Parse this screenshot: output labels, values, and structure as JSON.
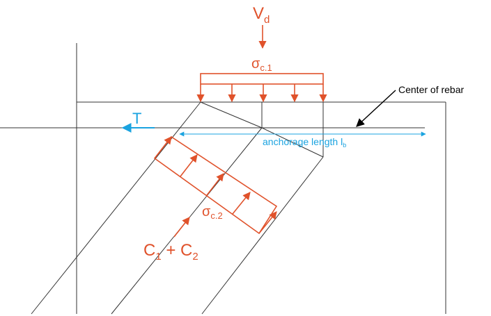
{
  "labels": {
    "vd_main": "V",
    "vd_sub": "d",
    "sigma_c1_main": "σ",
    "sigma_c1_sub": "c.1",
    "center_of_rebar": "Center of rebar",
    "tension": "T",
    "anchorage_main": "anchorage length l",
    "anchorage_sub": "b",
    "sigma_c2_main": "σ",
    "sigma_c2_sub": "c.2",
    "c1_main": "C",
    "c1_sub": "1",
    "plus": " + ",
    "c2_main": "C",
    "c2_sub": "2"
  },
  "colors": {
    "force": "#e0522b",
    "dimension": "#1aa3e0",
    "structure": "#333333",
    "pointer": "#000000"
  }
}
